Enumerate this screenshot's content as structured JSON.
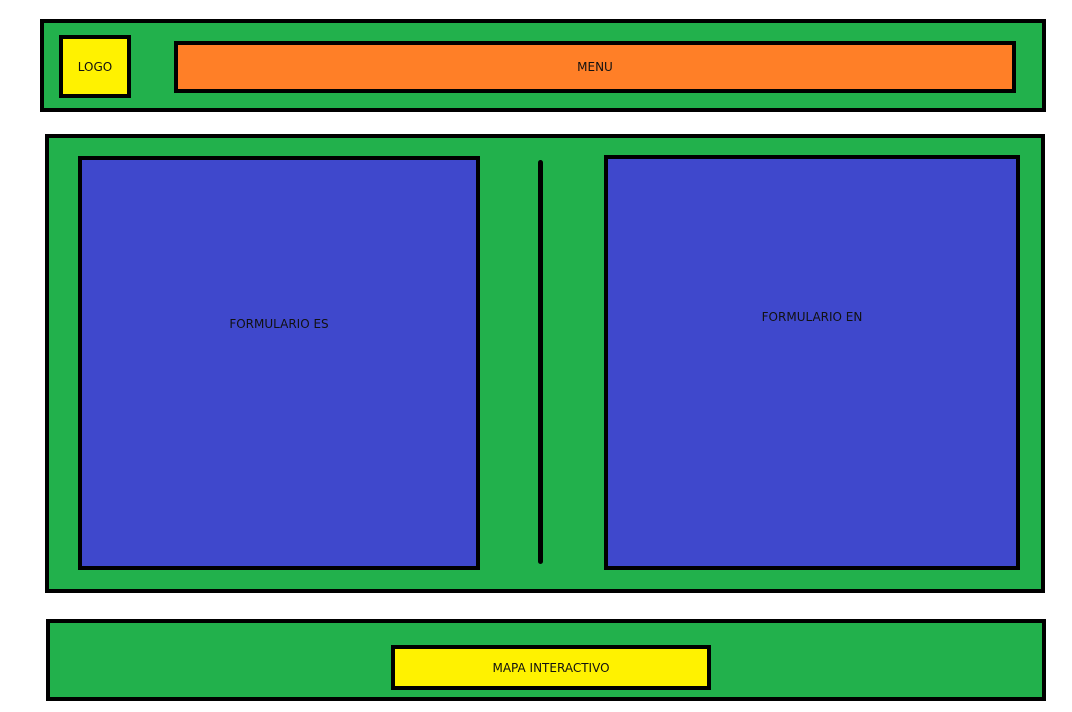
{
  "colors": {
    "container": "#22b14c",
    "logo": "#fff200",
    "menu": "#ff7f27",
    "form": "#3f48cc",
    "map": "#fff200",
    "border": "#000000"
  },
  "header": {
    "logo_label": "LOGO",
    "menu_label": "MENU"
  },
  "main": {
    "form_es_label": "FORMULARIO ES",
    "form_en_label": "FORMULARIO EN"
  },
  "footer": {
    "map_label": "MAPA INTERACTIVO"
  }
}
